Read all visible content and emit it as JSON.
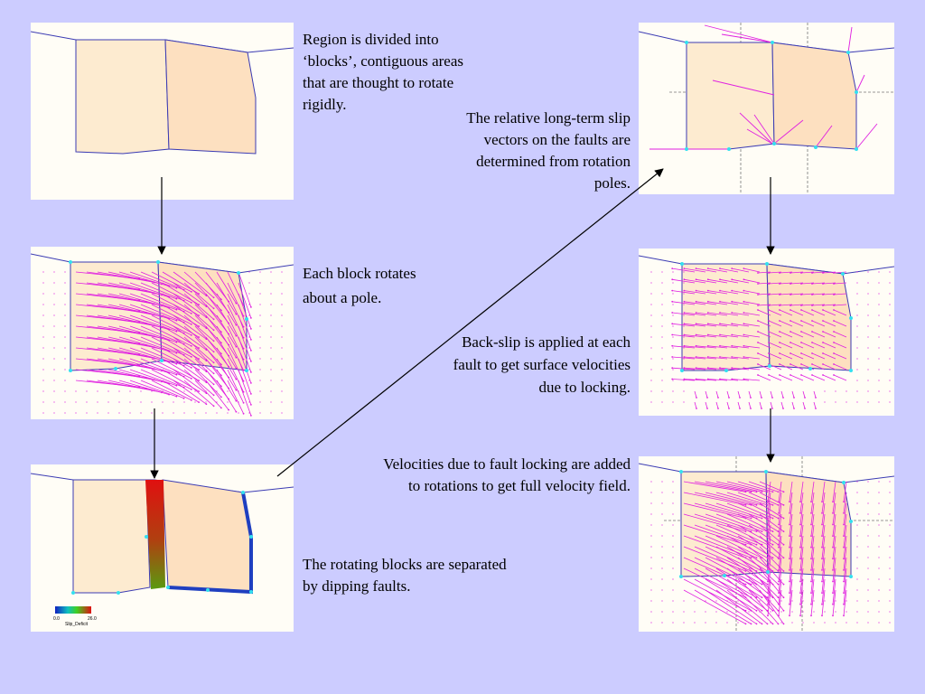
{
  "captions": {
    "p1": "Region is divided into ‘blocks’, contiguous areas that are thought to rotate rigidly.",
    "p2": "Each block rotates about a pole.",
    "p3": "The rotating blocks are separated by dipping faults.",
    "p4": "The relative long-term slip vectors on the faults are determined from rotation poles.",
    "p5": "Back-slip is applied at each fault to get surface velocities due to locking.",
    "p6": "Velocities due to fault locking are added to rotations to get full velocity field."
  },
  "legend": {
    "min_label": "0.0",
    "max_label": "26.0",
    "title": "Slip_Deficit"
  },
  "colors": {
    "background": "#ccccff",
    "panel": "#fffdf6",
    "block_left": "#fdebd0",
    "block_right": "#fde0c0",
    "outline": "#3b3bb3",
    "vector": "#e020e0",
    "node": "#33e0f0",
    "fault_blue": "#1f3fc0",
    "fault_red": "#e01010",
    "fault_green": "#5a9a10"
  }
}
